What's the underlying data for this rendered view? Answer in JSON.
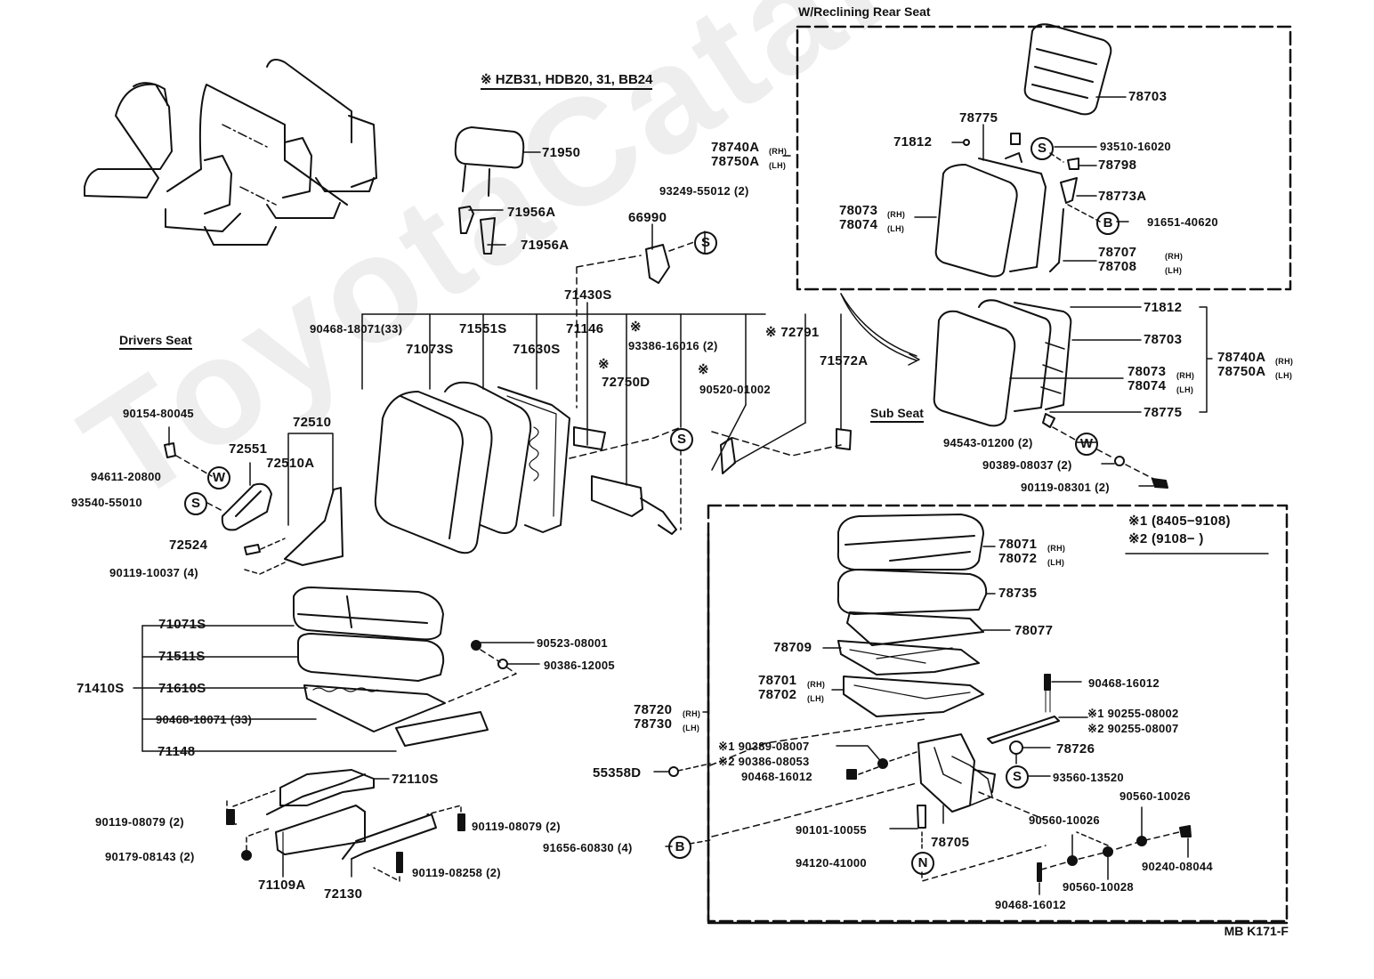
{
  "watermark": "ToyotaCatalog.ru",
  "titles": {
    "model_note": "※ HZB31, HDB20, 31, BB24",
    "reclining_rear": "W/Reclining Rear Seat",
    "drivers_seat": "Drivers Seat",
    "sub_seat": "Sub Seat",
    "legend_1": "※1 (8405−9108)",
    "legend_2": "※2 (9108−          )"
  },
  "figure_code": "MB K171-F",
  "labels": {
    "headrest": "71950",
    "support_a1": "71956A",
    "support_a2": "71956A",
    "p66990": "66990",
    "screw_93249": "93249-55012 (2)",
    "back_assy": "71430S",
    "hogring_back": "90468-18071(33)",
    "p71073s": "71073S",
    "p71551s": "71551S",
    "p71630s": "71630S",
    "p71146": "71146",
    "star_93386": "※",
    "p93386": "93386-16016 (2)",
    "star_72750d": "※",
    "p72750d": "72750D",
    "star_90520": "※",
    "p90520": "90520-01002",
    "p72791": "※ 72791",
    "p71572a": "71572A",
    "p90154": "90154-80045",
    "p72551": "72551",
    "p72510": "72510",
    "p72510a": "72510A",
    "p94611": "94611-20800",
    "p93540": "93540-55010",
    "p72524": "72524",
    "p90119_10037": "90119-10037 (4)",
    "p71071s": "71071S",
    "p71511s": "71511S",
    "cushion_assy": "71410S",
    "p71610s": "71610S",
    "hogring_cush": "90468-18071 (33)",
    "p71148": "71148",
    "p90523": "90523-08001",
    "p90386_12005": "90386-12005",
    "p72110s": "72110S",
    "p90119_08079a": "90119-08079 (2)",
    "p90119_08079b": "90119-08079 (2)",
    "p90179": "90179-08143 (2)",
    "p71109a": "71109A",
    "p72130": "72130",
    "p90119_08258": "90119-08258 (2)",
    "r_78703": "78703",
    "r_78775": "78775",
    "r_71812": "71812",
    "r_93510": "93510-16020",
    "r_78798": "78798",
    "r_78773a": "78773A",
    "r_91651": "91651-40620",
    "r_78707": "78707",
    "r_78708": "78708",
    "r_78073": "78073",
    "r_78074": "78074",
    "r_78740a": "78740A",
    "r_78750a": "78750A",
    "s_71812": "71812",
    "s_78703": "78703",
    "s_78073": "78073",
    "s_78074": "78074",
    "s_78775": "78775",
    "s_78740a": "78740A",
    "s_78750a": "78750A",
    "s_94543": "94543-01200 (2)",
    "s_90389": "90389-08037 (2)",
    "s_90119": "90119-08301 (2)",
    "c_78071": "78071",
    "c_78072": "78072",
    "c_78735": "78735",
    "c_78077": "78077",
    "c_78709": "78709",
    "c_78701": "78701",
    "c_78702": "78702",
    "c_78720": "78720",
    "c_78730": "78730",
    "c_90468_top": "90468-16012",
    "c_90255_1": "※1 90255-08002",
    "c_90255_2": "※2 90255-08007",
    "c_78726": "78726",
    "c_93560": "93560-13520",
    "c_90389_1": "※1  90389-08007",
    "c_90386_2": "※2  90386-08053",
    "c_90468_mid": "90468-16012",
    "c_55358d": "55358D",
    "c_91656": "91656-60830 (4)",
    "c_90101": "90101-10055",
    "c_78705": "78705",
    "c_94120": "94120-41000",
    "c_90560_a": "90560-10026",
    "c_90560_b": "90560-10026",
    "c_90560_c": "90560-10028",
    "c_90240": "90240-08044",
    "c_90468_bot": "90468-16012",
    "rh": "(RH)",
    "lh": "(LH)"
  },
  "symbols": {
    "S": "S",
    "W": "W",
    "B": "B",
    "N": "N"
  }
}
